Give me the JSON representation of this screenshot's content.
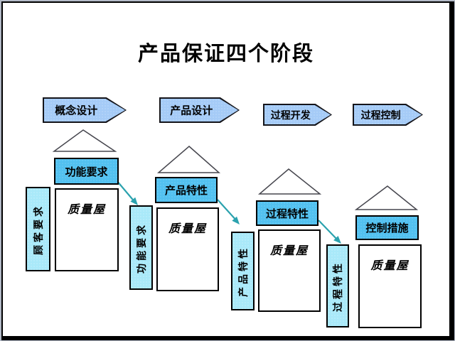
{
  "title": "产品保证四个阶段",
  "colors": {
    "page_bg": "#B3BAC7",
    "slide_bg": "#FFFFFF",
    "frame": "#000000",
    "banner_fill": "#A5CBF7",
    "header_fill": "#52C1F0",
    "bar_fill": "#A9E9F9",
    "roof_stroke": "#46464E",
    "connector": "#2BA2AE"
  },
  "stage_banners": [
    {
      "label": "概念设计"
    },
    {
      "label": "产品设计"
    },
    {
      "label": "过程开发"
    },
    {
      "label": "过程控制"
    }
  ],
  "houses": [
    {
      "header": "功能要求",
      "side": "顾客要求",
      "body": "质量屋"
    },
    {
      "header": "产品特性",
      "side": "功能要求",
      "body": "质量屋"
    },
    {
      "header": "过程特性",
      "side": "产品特性",
      "body": "质量屋"
    },
    {
      "header": "控制措施",
      "side": "过程特性",
      "body": "质量屋"
    }
  ],
  "icons": {
    "roof": "house-roof-triangle",
    "connector": "cascade-arrow"
  }
}
